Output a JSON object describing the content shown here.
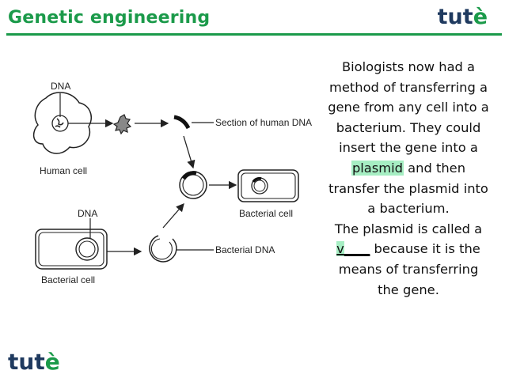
{
  "header": {
    "title": "Genetic engineering",
    "logo": "tutè"
  },
  "footer": {
    "logo": "tutè"
  },
  "diagram": {
    "labels": {
      "dna_top": "DNA",
      "human_cell": "Human cell",
      "section_human_dna": "Section of human DNA",
      "bacterial_cell_right": "Bacterial cell",
      "dna_bottom": "DNA",
      "bacterial_dna": "Bacterial DNA",
      "bacterial_cell_left": "Bacterial cell"
    }
  },
  "explanation": {
    "line1": "Biologists now had a method of transferring a gene from any cell into a bacterium.  They could insert the gene into a ",
    "highlight_word": "plasmid",
    "line2": " and then transfer the plasmid into a bacterium.",
    "line3_pre": "The plasmid is called a ",
    "blank_letter": "v",
    "blank_rest": "____",
    "line3_post": " because it is the means of transferring the gene."
  },
  "colors": {
    "accent_green": "#1b9a4a",
    "highlight": "#a6eec3",
    "logo_navy": "#1f3a5f"
  }
}
